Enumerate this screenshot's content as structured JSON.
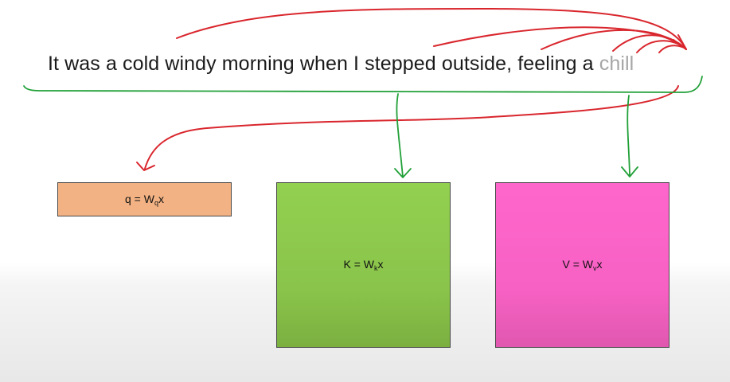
{
  "sentence": {
    "text": "It was a cold windy morning when I stepped outside, feeling a",
    "highlight_word": "chill"
  },
  "boxes": {
    "query": {
      "lhs": "q = W",
      "sub": "q",
      "rhs": "x"
    },
    "key": {
      "lhs": "K = W",
      "sub": "k",
      "rhs": "x"
    },
    "value": {
      "lhs": "V = W",
      "sub": "v",
      "rhs": "x"
    }
  },
  "colors": {
    "attention_arc": "#d9262d",
    "projection_arrow": "#21a038",
    "query_box": "#f2b283",
    "key_box": "#92d050",
    "value_box": "#ff66cc",
    "highlight_word": "#a6a6a6"
  }
}
